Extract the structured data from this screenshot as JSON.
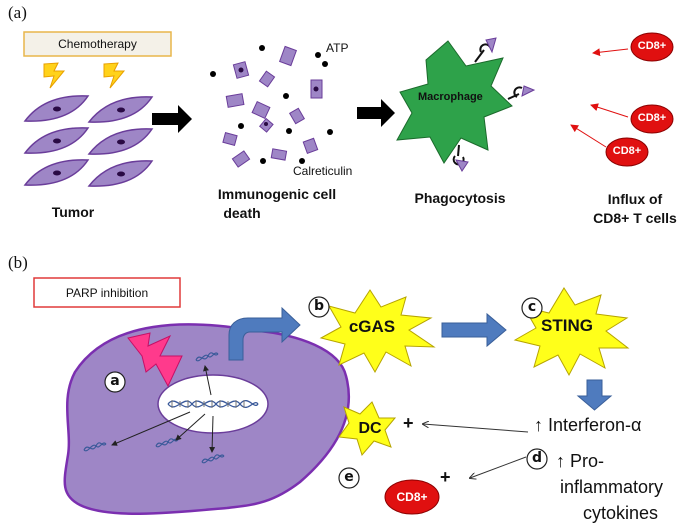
{
  "panel_a": {
    "tag": "(a)",
    "box_label": "Chemotherapy",
    "captions": {
      "tumor": "Tumor",
      "icd_line1": "Immunogenic cell",
      "icd_line2": "death",
      "phago": "Phagocytosis",
      "influx_line1": "Influx of",
      "influx_line2": "CD8+ T cells"
    },
    "atp": "ATP",
    "calreticulin": "Calreticulin",
    "macrophage": "Macrophage",
    "cd8": [
      "CD8+",
      "CD8+",
      "CD8+"
    ]
  },
  "panel_b": {
    "tag": "(b)",
    "box_label": "PARP inhibition",
    "cgas": "cGAS",
    "sting": "STING",
    "dc": "DC",
    "cd8": "CD8+",
    "plus": "+",
    "interferon": "↑ Interferon-α",
    "pro_line1": "↑ Pro-",
    "pro_line2": "inflammatory",
    "pro_line3": "cytokines",
    "markers": {
      "a": "a",
      "b": "b",
      "c": "c",
      "d": "d",
      "e": "e"
    }
  },
  "colors": {
    "cell_purple": "#9E86C6",
    "cell_stroke": "#6A3D9A",
    "macrophage_green": "#2EA24A",
    "star_yellow": "#FFFF1A",
    "arrow_blue": "#4F7BBE",
    "cd8_red": "#E01010",
    "bolt_yellow": "#FFD21A",
    "bolt_pink": "#FF3A8C"
  }
}
